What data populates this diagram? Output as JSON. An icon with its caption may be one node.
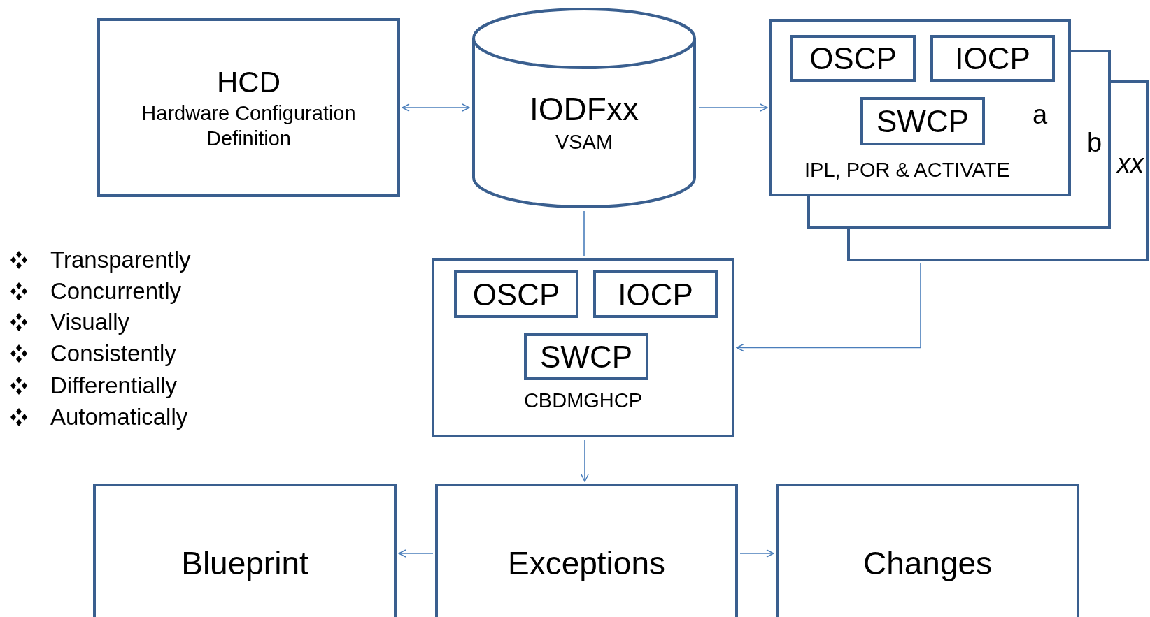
{
  "diagram": {
    "nodes": [
      {
        "text": [
          "HCD",
          "Hardware Configuration Definition"
        ]
      },
      {
        "text": [
          "IODFxx",
          "VSAM"
        ]
      },
      {
        "text": [
          "IPL, POR & ACTIVATE",
          "a"
        ]
      },
      {
        "text": [
          "OSCP"
        ],
        "in": 2
      },
      {
        "text": [
          "IOCP"
        ],
        "in": 2
      },
      {
        "text": [
          "SWCP"
        ]
      },
      {
        "text": [
          "b"
        ]
      },
      {
        "text": [
          "xx"
        ]
      },
      {
        "text": [
          "CBDMGHCP"
        ]
      },
      {
        "text": [
          "OSCP"
        ],
        "in": 8
      },
      {
        "text": [
          "IOCP"
        ],
        "in": 8
      },
      {
        "text": [
          "SWCP"
        ],
        "in": 8
      },
      {
        "text": [
          "Blueprint"
        ]
      },
      {
        "text": [
          "Exceptions"
        ]
      },
      {
        "text": [
          "Changes"
        ]
      }
    ],
    "edges": [
      {
        "from": 0,
        "to": 1,
        "arrow": "both"
      },
      {
        "from": 1,
        "to": 2,
        "arrow": "to"
      },
      {
        "from": 1,
        "to": 8,
        "arrow": "none"
      },
      {
        "from": 7,
        "to": 8,
        "arrow": "to"
      },
      {
        "from": 8,
        "to": 13,
        "arrow": "to"
      },
      {
        "from": 13,
        "to": 12,
        "arrow": "to"
      },
      {
        "from": 13,
        "to": 14,
        "arrow": "to"
      }
    ],
    "labels": [
      "Transparently",
      "Concurrently",
      "Visually",
      "Consistently",
      "Differentially",
      "Automatically"
    ]
  }
}
